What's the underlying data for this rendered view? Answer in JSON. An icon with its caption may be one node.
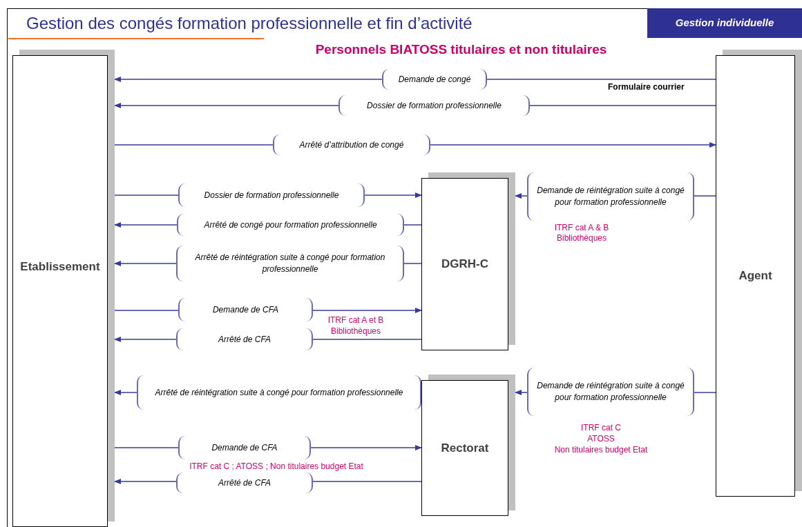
{
  "diagram": {
    "title": "Gestion des congés formation professionnelle et fin d’activité",
    "nodes": [
      {
        "text": [
          "Etablissement"
        ]
      },
      {
        "text": [
          "DGRH-C"
        ]
      },
      {
        "text": [
          "Rectorat"
        ]
      },
      {
        "text": [
          "Agent"
        ]
      }
    ],
    "edges": [
      {
        "from": 3,
        "to": 0,
        "arrow": "to",
        "label": "Demande de congé"
      },
      {
        "from": 3,
        "to": 0,
        "arrow": "to",
        "label": "Dossier de formation professionnelle"
      },
      {
        "from": 0,
        "to": 3,
        "arrow": "to",
        "label": "Arrêté d’attribution de congé"
      },
      {
        "from": 0,
        "to": 1,
        "arrow": "to",
        "label": "Dossier de formation professionnelle"
      },
      {
        "from": 1,
        "to": 0,
        "arrow": "to",
        "label": "Arrêté de congé pour formation professionnelle"
      },
      {
        "from": 1,
        "to": 0,
        "arrow": "to",
        "label": "Arrêté de réintégration suite à congé pour formation professionnelle"
      },
      {
        "from": 3,
        "to": 1,
        "arrow": "to",
        "label": "Demande de réintégration suite à congé pour formation professionnelle"
      },
      {
        "from": 0,
        "to": 1,
        "arrow": "to",
        "label": "Demande de CFA"
      },
      {
        "from": 1,
        "to": 0,
        "arrow": "to",
        "label": "Arrêté de CFA"
      },
      {
        "from": 2,
        "to": 0,
        "arrow": "to",
        "label": "Arrêté de réintégration suite à congé pour formation professionnelle"
      },
      {
        "from": 3,
        "to": 2,
        "arrow": "to",
        "label": "Demande de réintégration suite à congé pour formation professionnelle"
      },
      {
        "from": 0,
        "to": 2,
        "arrow": "to",
        "label": "Demande de CFA"
      },
      {
        "from": 2,
        "to": 0,
        "arrow": "to",
        "label": "Arrêté de CFA"
      }
    ],
    "labels": [
      "Gestion individuelle",
      "Personnels BIATOSS titulaires et non titulaires",
      "Formulaire courrier",
      "ITRF cat A & B",
      "Bibliothèques",
      "ITRF cat A et B",
      "Bibliothèques",
      "ITRF cat C",
      "ATOSS",
      "Non titulaires budget Etat",
      "ITRF cat C ; ATOSS ; Non titulaires budget Etat"
    ]
  }
}
